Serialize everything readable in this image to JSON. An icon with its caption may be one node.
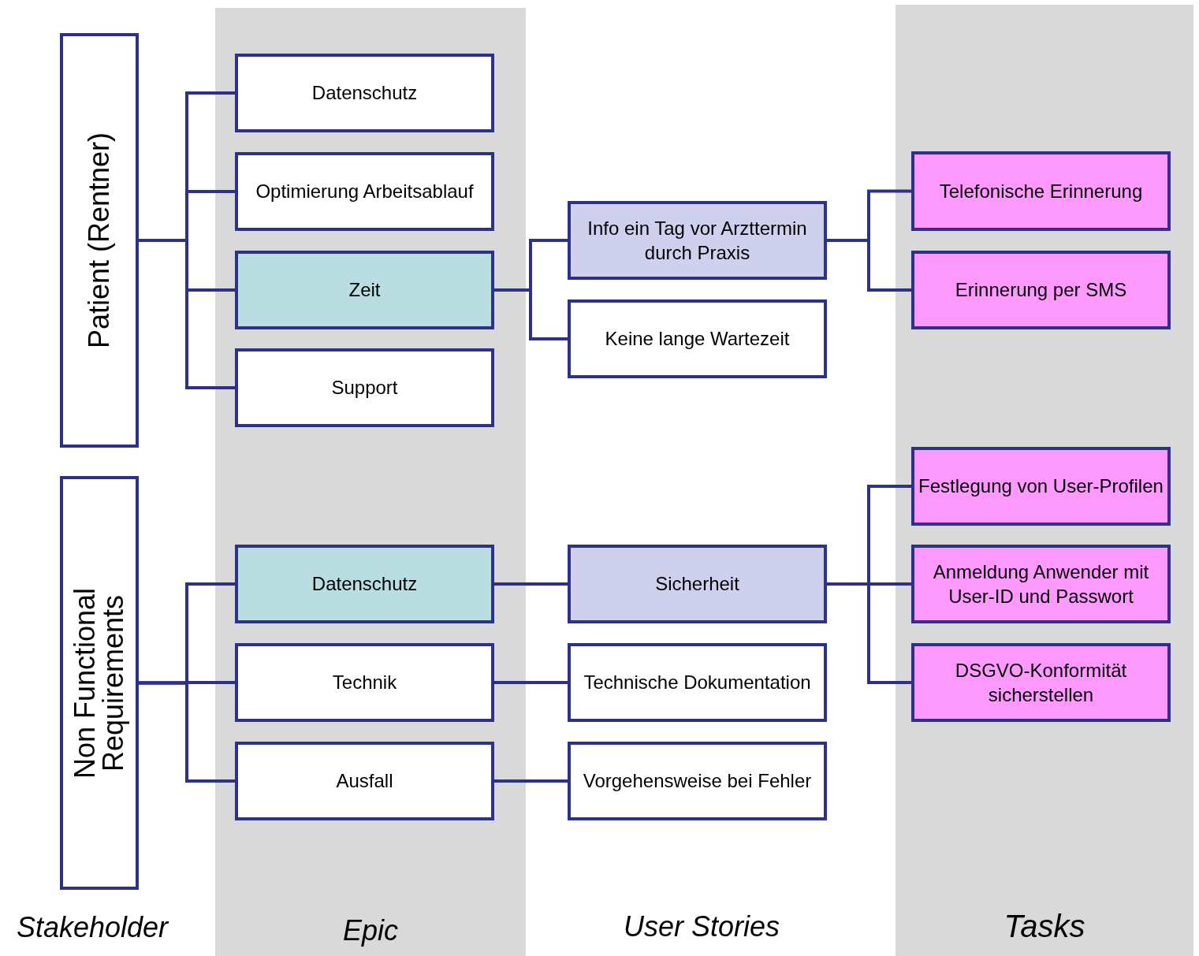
{
  "diagram": {
    "nodes": [
      {
        "text": [
          "Patient (Rentner)"
        ]
      },
      {
        "text": [
          "Datenschutz"
        ]
      },
      {
        "text": [
          "Optimierung Arbeitsablauf"
        ]
      },
      {
        "text": [
          "Zeit"
        ]
      },
      {
        "text": [
          "Support"
        ]
      },
      {
        "text": [
          "Info ein Tag vor Arzttermin durch Praxis"
        ]
      },
      {
        "text": [
          "Keine lange Wartezeit"
        ]
      },
      {
        "text": [
          "Telefonische Erinnerung"
        ]
      },
      {
        "text": [
          "Erinnerung per SMS"
        ]
      },
      {
        "text": [
          "Non Functional Requirements"
        ]
      },
      {
        "text": [
          "Datenschutz"
        ]
      },
      {
        "text": [
          "Technik"
        ]
      },
      {
        "text": [
          "Ausfall"
        ]
      },
      {
        "text": [
          "Sicherheit"
        ]
      },
      {
        "text": [
          "Technische Dokumentation"
        ]
      },
      {
        "text": [
          "Vorgehensweise bei Fehler"
        ]
      },
      {
        "text": [
          "Festlegung von User-Profilen"
        ]
      },
      {
        "text": [
          "Anmeldung Anwender mit User-ID und Passwort"
        ]
      },
      {
        "text": [
          "DSGVO-Konformität sicherstellen"
        ]
      }
    ],
    "edges": [
      {
        "from": 0,
        "to": 1,
        "arrow": "none"
      },
      {
        "from": 0,
        "to": 2,
        "arrow": "none"
      },
      {
        "from": 0,
        "to": 3,
        "arrow": "none"
      },
      {
        "from": 0,
        "to": 4,
        "arrow": "none"
      },
      {
        "from": 3,
        "to": 5,
        "arrow": "none"
      },
      {
        "from": 3,
        "to": 6,
        "arrow": "none"
      },
      {
        "from": 5,
        "to": 7,
        "arrow": "none"
      },
      {
        "from": 5,
        "to": 8,
        "arrow": "none"
      },
      {
        "from": 9,
        "to": 10,
        "arrow": "none"
      },
      {
        "from": 9,
        "to": 11,
        "arrow": "none"
      },
      {
        "from": 9,
        "to": 12,
        "arrow": "none"
      },
      {
        "from": 10,
        "to": 13,
        "arrow": "none"
      },
      {
        "from": 11,
        "to": 14,
        "arrow": "none"
      },
      {
        "from": 12,
        "to": 15,
        "arrow": "none"
      },
      {
        "from": 13,
        "to": 16,
        "arrow": "none"
      },
      {
        "from": 13,
        "to": 17,
        "arrow": "none"
      },
      {
        "from": 13,
        "to": 18,
        "arrow": "none"
      }
    ],
    "labels": [
      "Stakeholder",
      "Epic",
      "User Stories",
      "Tasks"
    ]
  }
}
